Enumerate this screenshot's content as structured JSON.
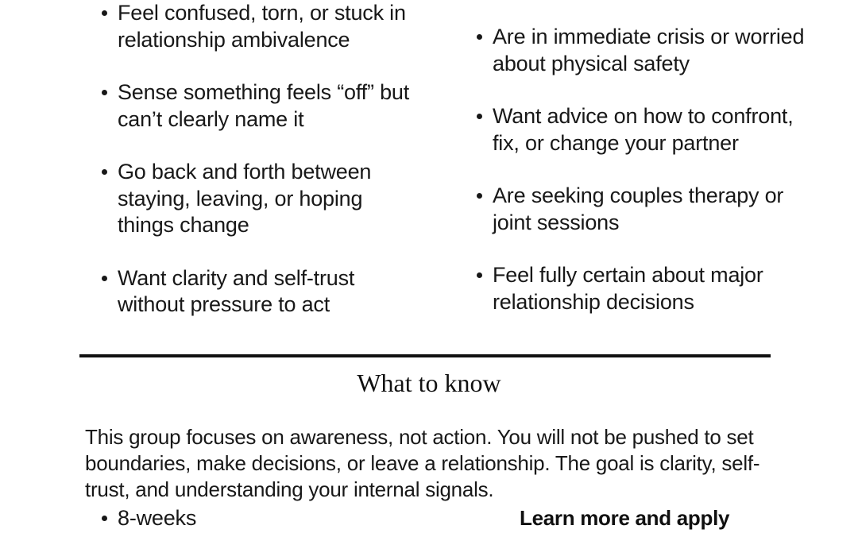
{
  "page": {
    "background_color": "#ffffff",
    "text_color": "#181818",
    "divider_color": "#111111"
  },
  "columns": {
    "left": {
      "name": "good-fit-list",
      "items": [
        "Feel confused, torn, or stuck in relationship ambivalence",
        "Sense something feels “off” but can’t clearly name it",
        "Go back and forth between staying, leaving, or hoping things change",
        "Want clarity and self-trust without pressure to act"
      ]
    },
    "right": {
      "name": "not-a-fit-list",
      "items": [
        "Are in immediate crisis or worried about physical safety",
        "Want advice on how to confront, fix, or change your partner",
        "Are seeking couples therapy or joint sessions",
        "Feel fully certain about major relationship decisions"
      ]
    }
  },
  "what_to_know": {
    "title": "What to know",
    "body": "This group focuses on awareness, not action. You will not be pushed to set boundaries, make decisions, or leave a relationship. The goal is clarity, self-trust, and understanding your internal signals."
  },
  "footer": {
    "details": [
      "8-weeks"
    ],
    "cta_label": "Learn more and apply"
  }
}
